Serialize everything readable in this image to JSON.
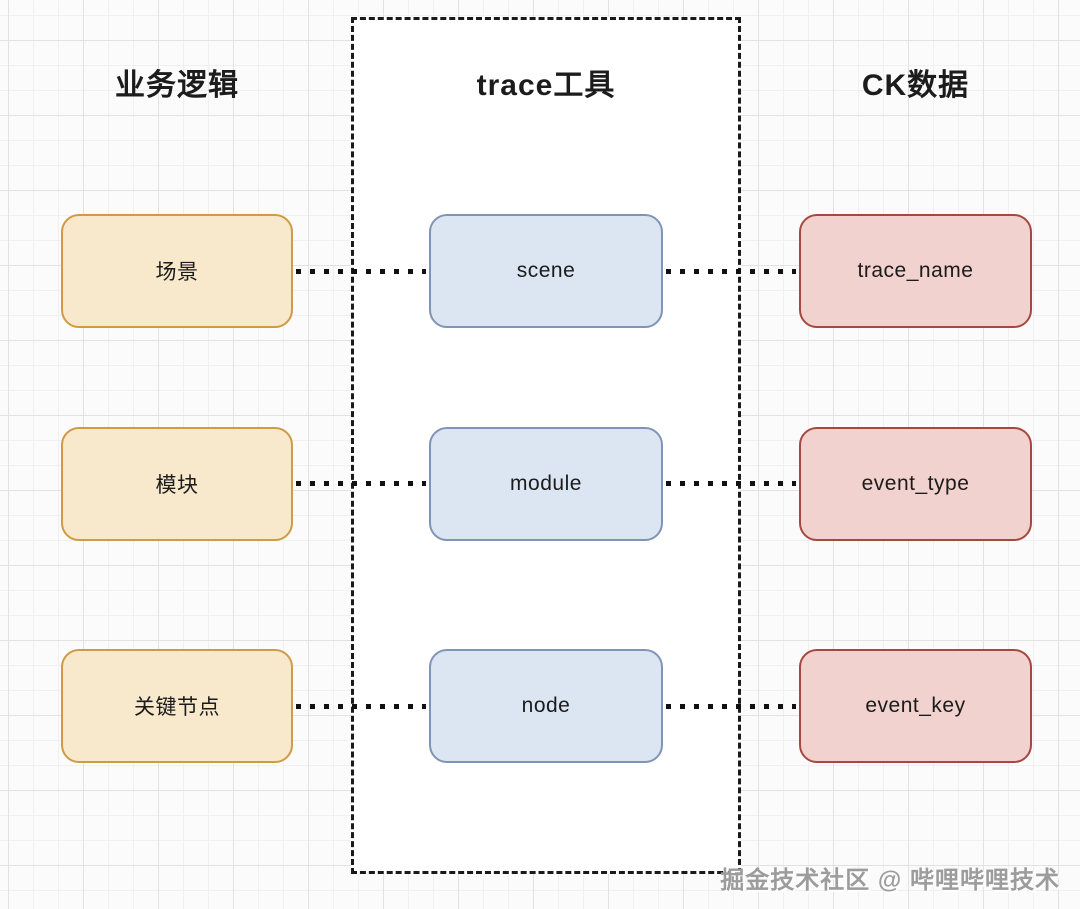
{
  "diagram": {
    "columns": [
      {
        "title": "业务逻辑",
        "items": [
          "场景",
          "模块",
          "关键节点"
        ]
      },
      {
        "title": "trace工具",
        "items": [
          "scene",
          "module",
          "node"
        ]
      },
      {
        "title": "CK数据",
        "items": [
          "trace_name",
          "event_type",
          "event_key"
        ]
      }
    ],
    "colors": {
      "business_fill": "#F8E8CC",
      "business_border": "#CF9B45",
      "trace_fill": "#DCE6F3",
      "trace_border": "#8094B6",
      "ck_fill": "#F1D2CF",
      "ck_border": "#A5493F",
      "panel_border": "#1A1A1A",
      "connector": "#111111",
      "grid_line": "#E2E2E2",
      "watermark_text": "#9C9C9C"
    },
    "watermark": "掘金技术社区 @ 哔哩哔哩技术"
  }
}
